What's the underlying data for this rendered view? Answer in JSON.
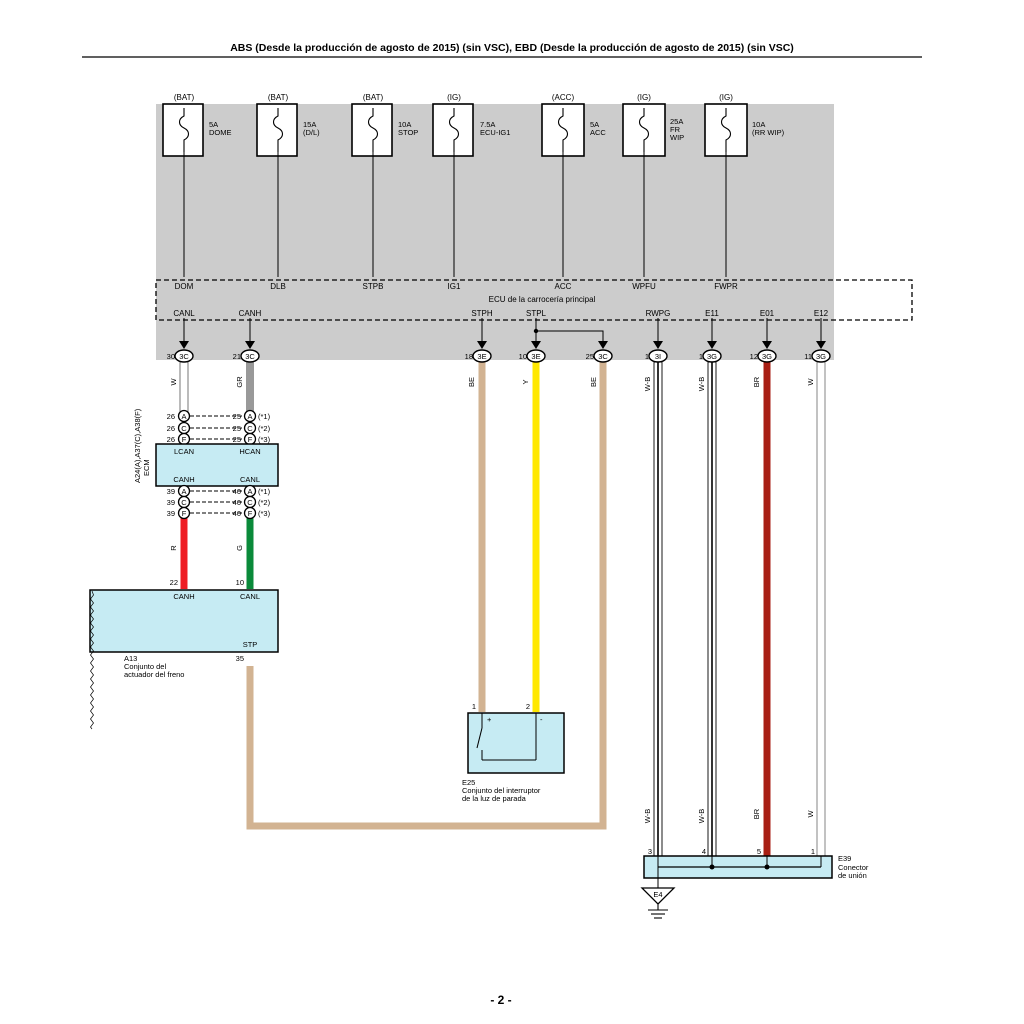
{
  "header": {
    "title": "ABS (Desde la producción de agosto de 2015) (sin VSC), EBD (Desde la producción de agosto de 2015) (sin VSC)"
  },
  "page_number": "- 2 -",
  "fuses": [
    {
      "source": "(BAT)",
      "rating": "5A",
      "name": "DOME"
    },
    {
      "source": "(BAT)",
      "rating": "15A",
      "name": "(D/L)"
    },
    {
      "source": "(BAT)",
      "rating": "10A",
      "name": "STOP"
    },
    {
      "source": "(IG)",
      "rating": "7.5A",
      "name": "ECU-IG1"
    },
    {
      "source": "(ACC)",
      "rating": "5A",
      "name": "ACC"
    },
    {
      "source": "(IG)",
      "rating": "25A",
      "name": "FR",
      "name2": "WIP"
    },
    {
      "source": "(IG)",
      "rating": "10A",
      "name": "(RR WIP)"
    }
  ],
  "ecu": {
    "title": "ECU de la carrocería principal",
    "top_terminals": [
      "DOM",
      "DLB",
      "STPB",
      "IG1",
      "ACC",
      "WPFU",
      "FWPR"
    ],
    "bottom_terminals": [
      "CANL",
      "CANH",
      "STPH",
      "STPL",
      "RWPG",
      "E11",
      "E01",
      "E12"
    ]
  },
  "connectors": [
    {
      "pin": "30",
      "conn": "3C"
    },
    {
      "pin": "21",
      "conn": "3C"
    },
    {
      "pin": "18",
      "conn": "3E"
    },
    {
      "pin": "10",
      "conn": "3E"
    },
    {
      "pin": "25",
      "conn": "3C"
    },
    {
      "pin": "1",
      "conn": "3I"
    },
    {
      "pin": "1",
      "conn": "3G"
    },
    {
      "pin": "12",
      "conn": "3G"
    },
    {
      "pin": "11",
      "conn": "3G"
    }
  ],
  "wire_colors": {
    "canl": "W",
    "canh": "GR",
    "stph": "BE",
    "stpl": "Y",
    "stp25": "BE",
    "rwpg": "W-B",
    "e11": "W-B",
    "e01": "BR",
    "e12": "W",
    "a13_canh": "R",
    "a13_canl": "G",
    "e39_3": "W-B",
    "e39_4": "W-B",
    "e39_5": "BR",
    "e39_1": "W"
  },
  "ecm": {
    "label_line1": "A24(A),A37(C),A38(F)",
    "label_line2": "ECM",
    "term_lcan": "LCAN",
    "term_hcan": "HCAN",
    "term_canh": "CANH",
    "term_canl": "CANL",
    "upper_rows": [
      {
        "lpin": "26",
        "lconn": "A",
        "rpin": "25",
        "rconn": "A",
        "note": "(*1)"
      },
      {
        "lpin": "26",
        "lconn": "C",
        "rpin": "25",
        "rconn": "C",
        "note": "(*2)"
      },
      {
        "lpin": "26",
        "lconn": "F",
        "rpin": "25",
        "rconn": "F",
        "note": "(*3)"
      }
    ],
    "lower_rows": [
      {
        "lpin": "39",
        "lconn": "A",
        "rpin": "40",
        "rconn": "A",
        "note": "(*1)"
      },
      {
        "lpin": "39",
        "lconn": "C",
        "rpin": "40",
        "rconn": "C",
        "note": "(*2)"
      },
      {
        "lpin": "39",
        "lconn": "F",
        "rpin": "40",
        "rconn": "F",
        "note": "(*3)"
      }
    ]
  },
  "a13": {
    "pin_canh": "22",
    "pin_canl": "10",
    "pin_stp": "35",
    "term_canh": "CANH",
    "term_canl": "CANL",
    "term_stp": "STP",
    "code": "A13",
    "desc_line1": "Conjunto del",
    "desc_line2": "actuador del freno"
  },
  "e25": {
    "pin1": "1",
    "pin2": "2",
    "plus": "+",
    "minus": "-",
    "code": "E25",
    "desc_line1": "Conjunto del interruptor",
    "desc_line2": "de la luz de parada"
  },
  "e39": {
    "pins": [
      "3",
      "4",
      "5",
      "1"
    ],
    "code": "E39",
    "desc_line1": "Conector",
    "desc_line2": "de unión"
  },
  "ground": {
    "label": "E4"
  },
  "colors": {
    "panel_gray": "#cccccc",
    "box_fill": "#c6ebf3",
    "wire_white": "#ffffff",
    "wire_gray": "#999999",
    "wire_beige": "#d2b392",
    "wire_yellow": "#ffe800",
    "wire_red": "#ee1c23",
    "wire_green": "#0a8a3a",
    "wire_brown": "#a81f14"
  }
}
